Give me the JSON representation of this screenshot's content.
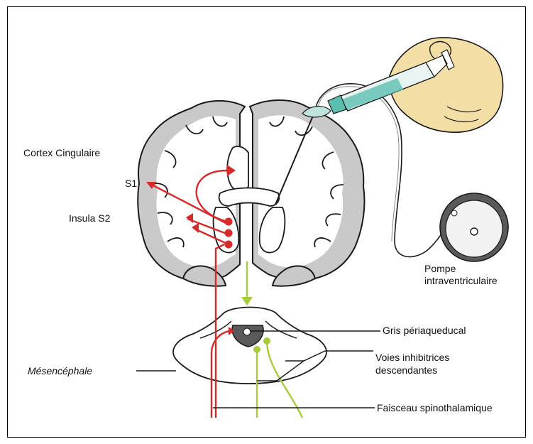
{
  "labels": {
    "cortex_cingulaire": "Cortex Cingulaire",
    "s1": "S1",
    "insula_s2": "Insula S2",
    "pompe_line1": "Pompe",
    "pompe_line2": "intraventriculaire",
    "gris": "Gris périaqueducal",
    "voies_line1": "Voies inhibitrices",
    "voies_line2": "descendantes",
    "mesencephale": "Mésencéphale",
    "faisceau": "Faisceau spinothalamique"
  },
  "colors": {
    "pain_pathway": "#d62a2a",
    "inhibitory_pathway": "#a6cc3a",
    "cortex_gray": "#c9c9c9",
    "hand_skin": "#f3dea6",
    "syringe_teal": "#5bbfb0",
    "pump_body": "#5a5a5a",
    "outline": "#1a1a1a"
  }
}
